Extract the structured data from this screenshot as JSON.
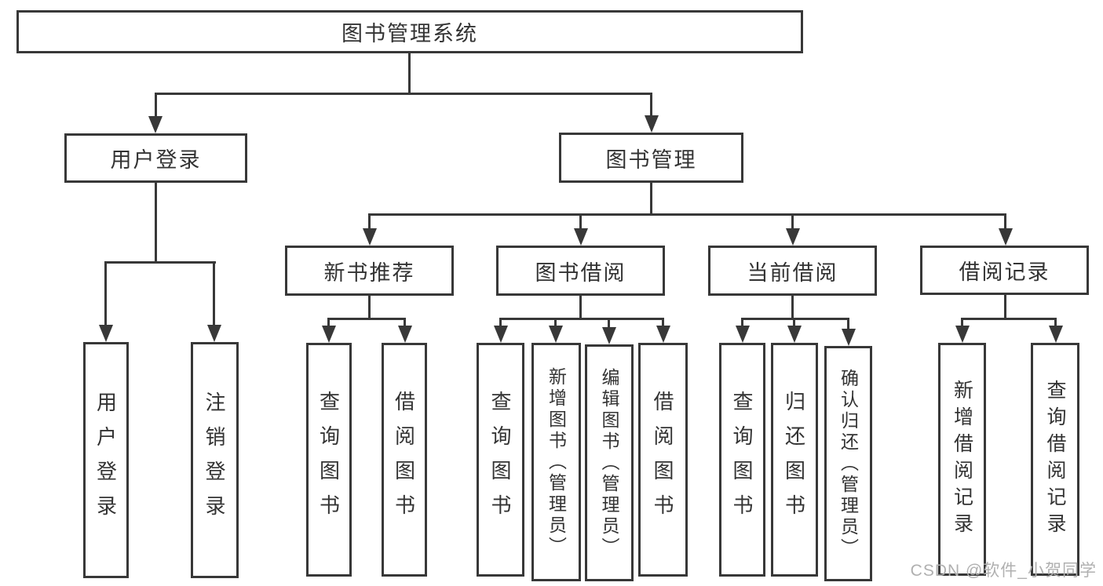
{
  "diagram": {
    "root": {
      "label": "图书管理系统"
    },
    "level1": {
      "user_login": {
        "label": "用户登录"
      },
      "book_mgmt": {
        "label": "图书管理"
      }
    },
    "groups": [
      {
        "label": "新书推荐"
      },
      {
        "label": "图书借阅"
      },
      {
        "label": "当前借阅"
      },
      {
        "label": "借阅记录"
      }
    ],
    "leaves": [
      {
        "label": "用户登录",
        "parent": "用户登录"
      },
      {
        "label": "注销登录",
        "parent": "用户登录"
      },
      {
        "label": "查询图书",
        "parent": "新书推荐"
      },
      {
        "label": "借阅图书",
        "parent": "新书推荐"
      },
      {
        "label": "查询图书",
        "parent": "图书借阅"
      },
      {
        "label": "新增图书（管理员）",
        "parent": "图书借阅"
      },
      {
        "label": "编辑图书（管理员）",
        "parent": "图书借阅"
      },
      {
        "label": "借阅图书",
        "parent": "图书借阅"
      },
      {
        "label": "查询图书",
        "parent": "当前借阅"
      },
      {
        "label": "归还图书",
        "parent": "当前借阅"
      },
      {
        "label": "确认归还（管理员）",
        "parent": "当前借阅"
      },
      {
        "label": "新增借阅记录",
        "parent": "借阅记录"
      },
      {
        "label": "查询借阅记录",
        "parent": "借阅记录"
      }
    ]
  },
  "colors": {
    "line": "#383838",
    "text": "#333333",
    "background": "#ffffff",
    "watermark": "#b0b0b0"
  },
  "watermark": {
    "text": "CSDN @软件_小贺同学"
  }
}
